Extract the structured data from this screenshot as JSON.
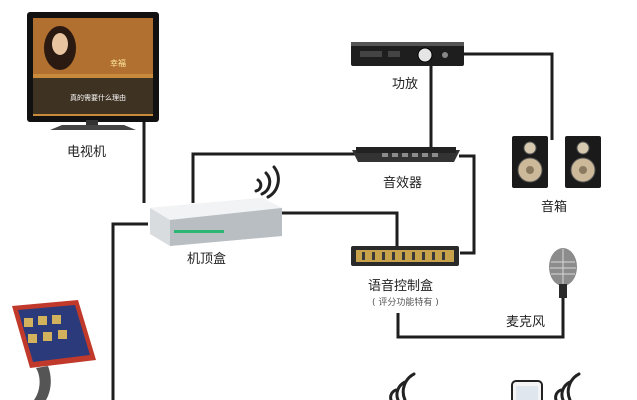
{
  "devices": {
    "tv": {
      "label": "电视机",
      "screen_text_1": "幸福",
      "screen_text_2": "真的需要什么理由"
    },
    "amplifier": {
      "label": "功放"
    },
    "speakers": {
      "label": "音箱"
    },
    "effector": {
      "label": "音效器"
    },
    "settop_box": {
      "label": "机顶盒"
    },
    "voice_box": {
      "label": "语音控制盒",
      "note": "( 评分功能特有 )"
    },
    "microphone": {
      "label": "麦克风"
    },
    "kiosk": {
      "label": ""
    },
    "phone": {
      "label": ""
    }
  },
  "colors": {
    "line": "#1e1e1e",
    "tv_frame": "#111111",
    "tv_screen": "#c98a3c",
    "device_dark": "#2a2a2a",
    "device_silver": "#d9dcdf",
    "kiosk_red": "#c0392b"
  },
  "icons": [
    "wifi-signal-icon",
    "wifi-signal-icon",
    "wifi-signal-icon"
  ]
}
